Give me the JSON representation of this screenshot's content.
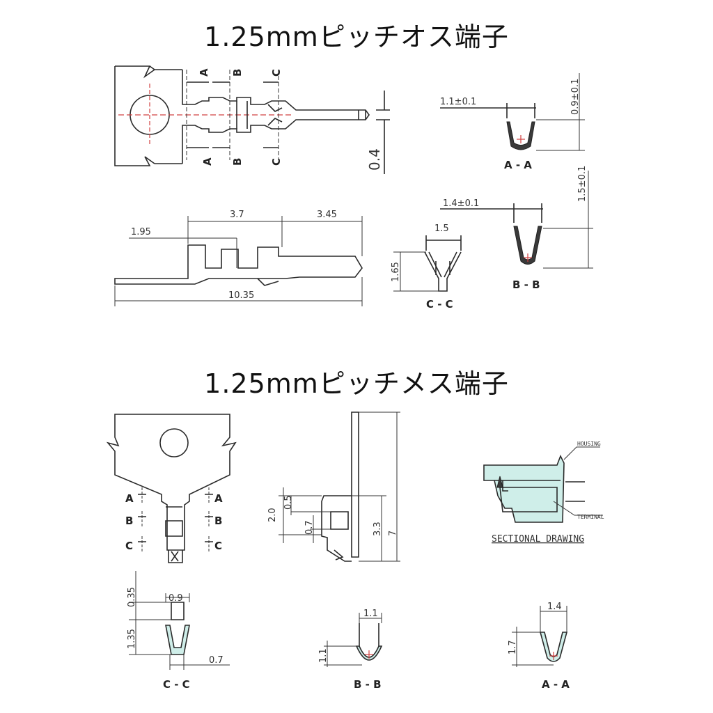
{
  "titles": {
    "male": "1.25mmピッチオス端子",
    "female": "1.25mmピッチメス端子"
  },
  "male": {
    "section_marks": [
      "A",
      "B",
      "C"
    ],
    "dims": {
      "pin_thickness": "0.4",
      "a_width": "1.1±0.1",
      "a_height": "0.9±0.1",
      "b_width": "1.4±0.1",
      "b_height": "1.5±0.1",
      "c_width": "1.5",
      "c_height": "1.65",
      "len_1": "1.95",
      "len_2": "3.7",
      "len_3": "3.45",
      "total": "10.35"
    },
    "section_labels": {
      "aa": "A - A",
      "bb": "B - B",
      "cc": "C - C"
    }
  },
  "female": {
    "section_marks": [
      "A",
      "B",
      "C"
    ],
    "dims": {
      "d_05": "0.5",
      "d_20": "2.0",
      "d_07": "0.7",
      "d_33": "3.3",
      "d_7": "7",
      "cc_035": "0.35",
      "cc_09": "0.9",
      "cc_135": "1.35",
      "cc_07": "0.7",
      "bb_11w": "1.1",
      "bb_11h": "1.1",
      "aa_14": "1.4",
      "aa_17": "1.7"
    },
    "section_labels": {
      "cc": "C - C",
      "bb": "B - B",
      "aa": "A - A"
    },
    "sectional": {
      "housing": "HOUSING",
      "terminal": "TERMINAL",
      "caption": "SECTIONAL DRAWING"
    }
  }
}
